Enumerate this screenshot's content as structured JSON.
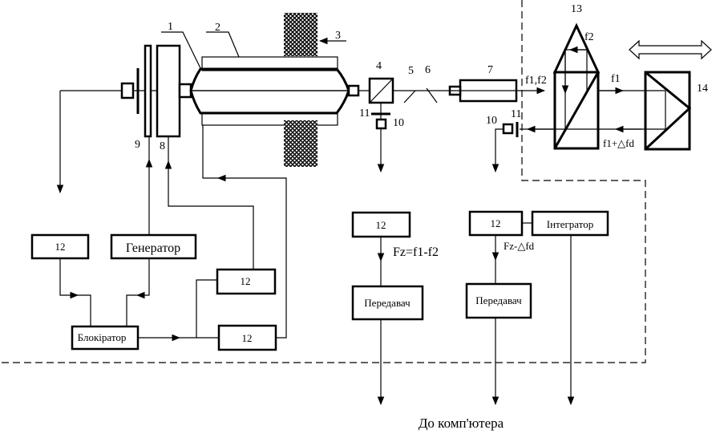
{
  "labels": {
    "n1": "1",
    "n2": "2",
    "n3": "3",
    "n4": "4",
    "n5": "5",
    "n6": "6",
    "n7": "7",
    "n8": "8",
    "n9": "9",
    "n10a": "10",
    "n10b": "10",
    "n11a": "11",
    "n11b": "11",
    "n13": "13",
    "n14": "14"
  },
  "beams": {
    "f1f2": "f1,f2",
    "f2": "f2",
    "f1": "f1",
    "f1_dfd": "f1+△fd",
    "fz": "Fz=f1-f2",
    "fz_dfd": "Fz-△fd"
  },
  "blocks": {
    "b12": "12",
    "generator": "Генератор",
    "blockator": "Блокіратор",
    "transmitter": "Передавач",
    "integrator": "Інтегратор"
  },
  "footer": "До комп'ютера"
}
